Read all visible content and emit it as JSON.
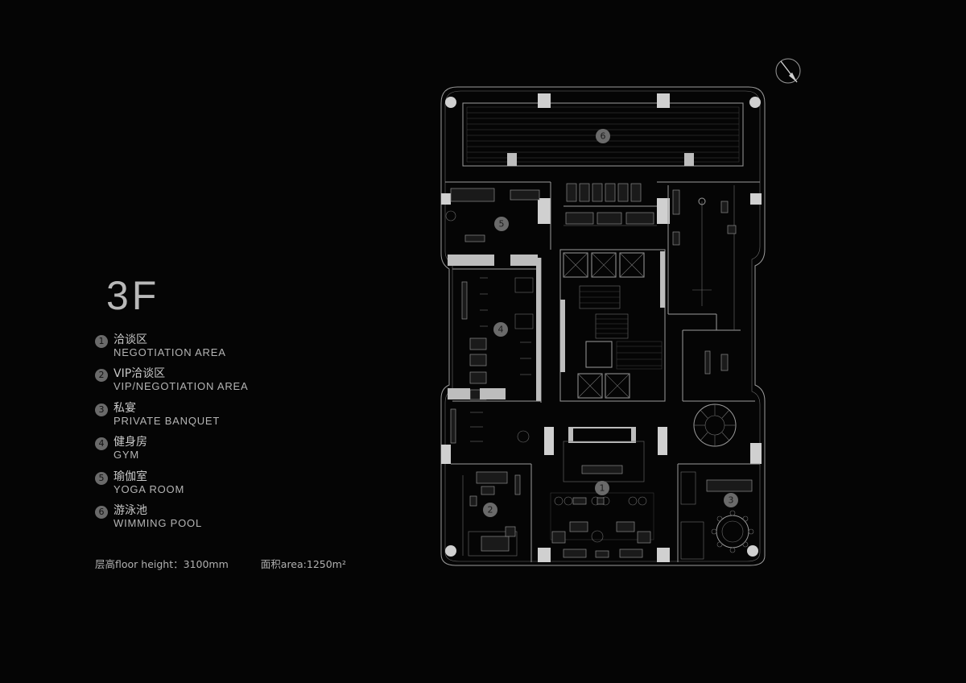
{
  "floor": "3F",
  "legend": [
    {
      "num": "1",
      "cn": "洽谈区",
      "en": "NEGOTIATION AREA"
    },
    {
      "num": "2",
      "cn": "VIP洽谈区",
      "en": "VIP/NEGOTIATION AREA"
    },
    {
      "num": "3",
      "cn": "私宴",
      "en": "PRIVATE BANQUET"
    },
    {
      "num": "4",
      "cn": "健身房",
      "en": "GYM"
    },
    {
      "num": "5",
      "cn": "瑜伽室",
      "en": "YOGA ROOM"
    },
    {
      "num": "6",
      "cn": "游泳池",
      "en": "WIMMING POOL"
    }
  ],
  "footer": {
    "floor_height": "层高floor height：3100mm",
    "area": "面积area:1250m²"
  },
  "plan": {
    "room_markers": [
      "1",
      "2",
      "3",
      "4",
      "5",
      "6"
    ]
  },
  "colors": {
    "background": "#050505",
    "line": "#9a9a9a",
    "marker": "#6a6a6a"
  },
  "icons": [
    "north-arrow-icon"
  ]
}
